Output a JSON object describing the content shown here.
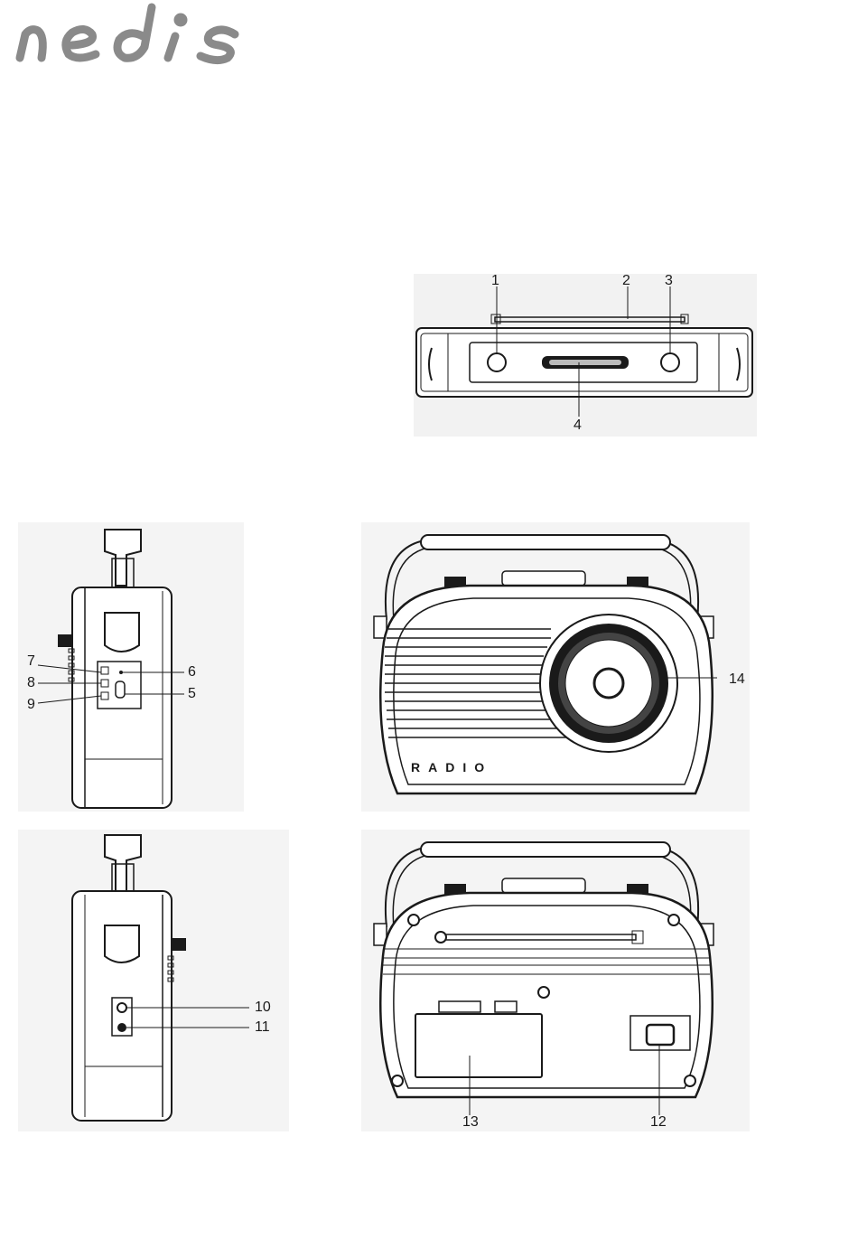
{
  "brand": {
    "logo_text": "nedis"
  },
  "figure_top": {
    "callouts": [
      "1",
      "2",
      "3",
      "4"
    ]
  },
  "figure_side_left": {
    "callouts": [
      "7",
      "8",
      "9",
      "6",
      "5"
    ]
  },
  "figure_front": {
    "callouts": [
      "14"
    ],
    "front_text": "RADIO"
  },
  "figure_side_right": {
    "callouts": [
      "10",
      "11"
    ]
  },
  "figure_back": {
    "callouts": [
      "13",
      "12"
    ]
  },
  "colors": {
    "ink": "#1a1a1a",
    "logo_gray": "#8a8a8a",
    "panel_gray": "#d8d8d8"
  }
}
